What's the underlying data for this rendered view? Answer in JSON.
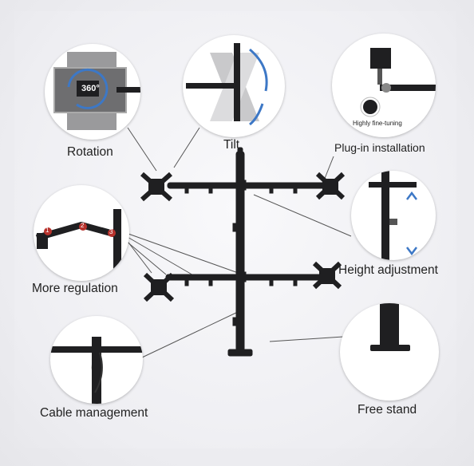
{
  "features": {
    "rotation": {
      "label": "Rotation",
      "badge": "360°"
    },
    "tilt": {
      "label": "Tilt"
    },
    "plugin": {
      "label": "Plug-in installation",
      "caption": "Highly fine-tuning"
    },
    "height": {
      "label": "Height adjustment"
    },
    "regulation": {
      "label": "More regulation",
      "markers": [
        "1",
        "2",
        "3"
      ]
    },
    "cable": {
      "label": "Cable management"
    },
    "stand": {
      "label": "Free stand"
    }
  },
  "colors": {
    "metal": "#1f1f21",
    "accent_blue": "#3d78c6",
    "marker_red": "#b8322c",
    "leader_line": "#555555"
  }
}
